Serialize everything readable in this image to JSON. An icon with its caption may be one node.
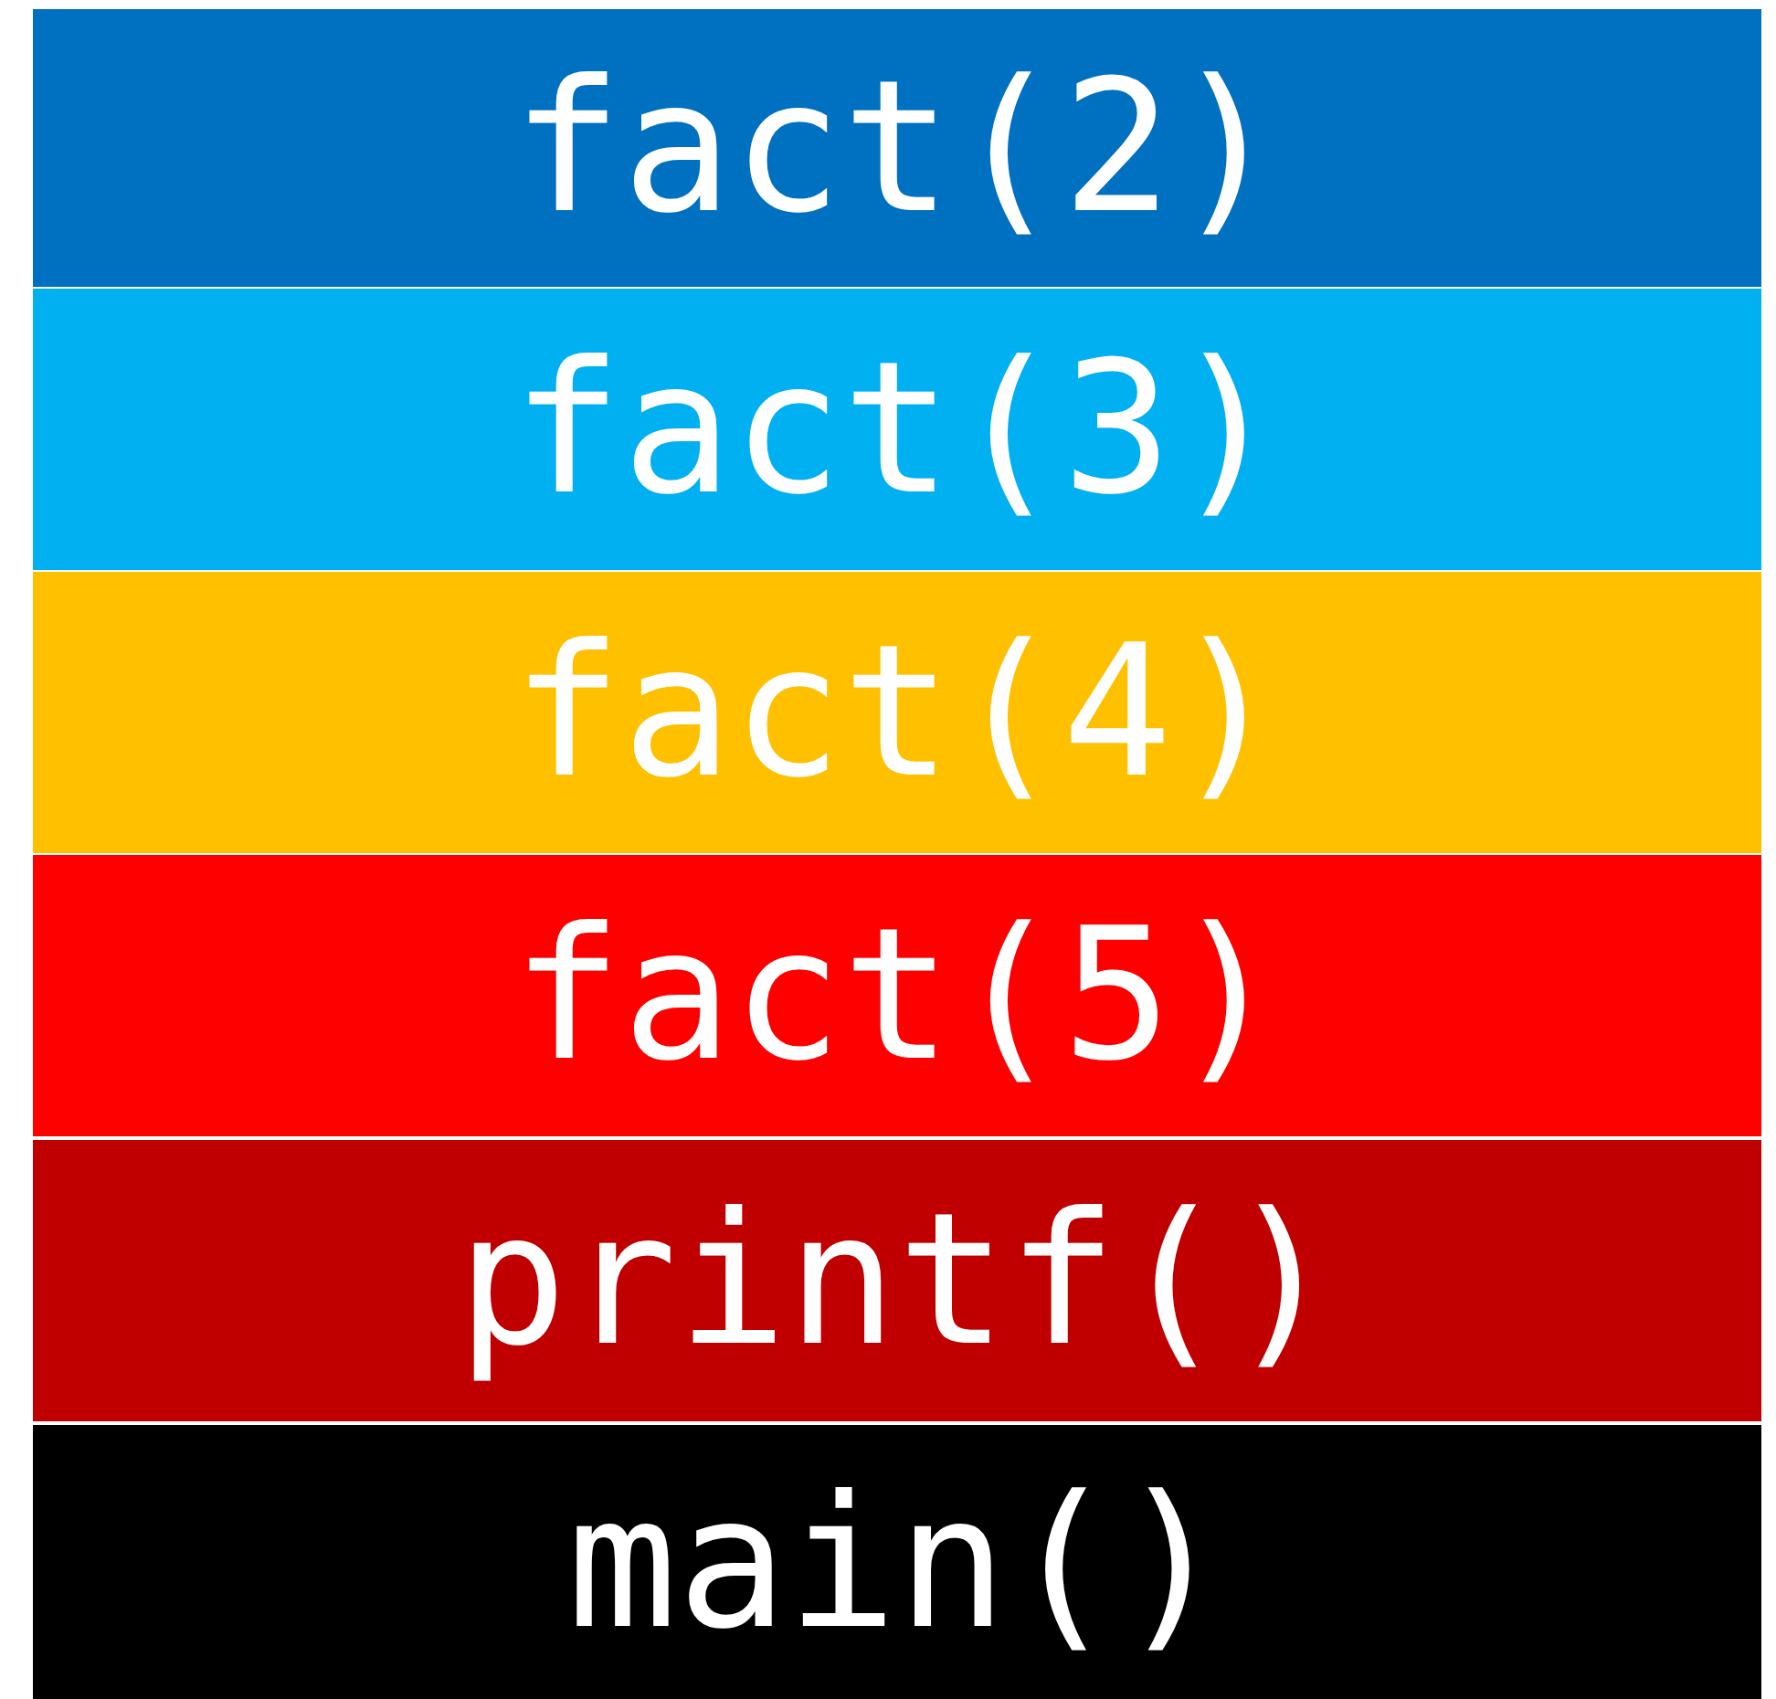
{
  "diagram": {
    "nodes": [
      {
        "text": [
          "fact(2)"
        ]
      },
      {
        "text": [
          "fact(3)"
        ]
      },
      {
        "text": [
          "fact(4)"
        ]
      },
      {
        "text": [
          "fact(5)"
        ]
      },
      {
        "text": [
          "printf()"
        ]
      },
      {
        "text": [
          "main()"
        ]
      }
    ]
  }
}
